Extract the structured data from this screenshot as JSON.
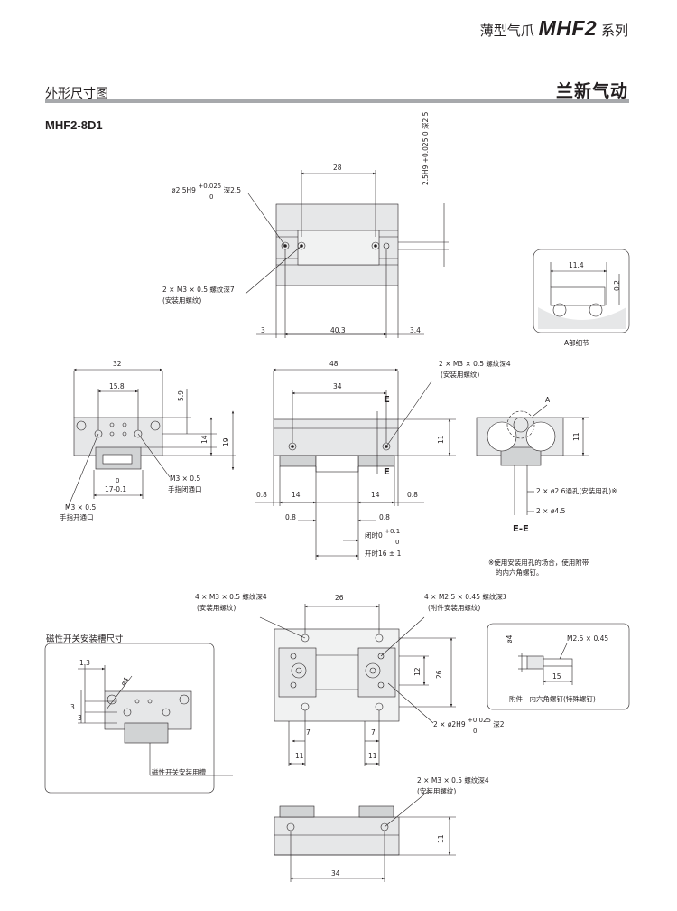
{
  "header": {
    "series_prefix": "薄型气爪",
    "series_model": "MHF2",
    "series_suffix": "系列",
    "section_title": "外形尺寸图",
    "brand": "兰新气动",
    "model_code": "MHF2-8D1"
  },
  "top_view": {
    "dim_28": "28",
    "dim_40_3": "40.3",
    "dim_3": "3",
    "dim_3_4": "3.4",
    "dim_2_5": "2.5H9 +0.025 0 深2.5",
    "pin_hole": "ø2.5H9",
    "tol_upper": "+0.025",
    "tol_lower": "0",
    "pin_depth": "深2.5",
    "mount_thread": "2 × M3 × 0.5  螺纹深7",
    "mount_note": "(安装用螺纹)"
  },
  "detail_a": {
    "dim_11_4": "11.4",
    "dim_0_2": "0.2",
    "caption": "A部细节"
  },
  "side_left": {
    "dim_32": "32",
    "dim_15_8": "15.8",
    "dim_5_9": "5.9",
    "dim_14": "14",
    "dim_19": "19",
    "dim_17": "17-0.1",
    "dim_0": "0",
    "port_close": "M3 × 0.5",
    "port_close_note": "手指闭通口",
    "port_open": "M3 × 0.5",
    "port_open_note": "手指开通口"
  },
  "front_view": {
    "dim_48": "48",
    "dim_34": "34",
    "dim_11": "11",
    "dim_0_8a": "0.8",
    "dim_14a": "14",
    "dim_14b": "14",
    "dim_0_8b": "0.8",
    "dim_0_8c": "0.8",
    "dim_0_8d": "0.8",
    "closed": "闭时0",
    "closed_tol": "+0.1",
    "closed_tol0": "0",
    "open": "开时16 ± 1",
    "section_e": "E",
    "mount_thread": "2 × M3 × 0.5  螺纹深4",
    "mount_note": "(安装用螺纹)"
  },
  "section_ee": {
    "label_a": "A",
    "dim_11": "11",
    "thru": "2 × ø2.6通孔(安装用孔)※",
    "dia": "2 × ø4.5",
    "caption": "E-E"
  },
  "note": {
    "line1": "※使用安装用孔的场合，使用附带",
    "line2": "的内六角螺钉。"
  },
  "bottom_view": {
    "mount4": "4 × M3 × 0.5  螺纹深4",
    "mount4_note": "(安装用螺纹)",
    "mount_m25": "4 × M2.5 × 0.45  螺纹深3",
    "mount_m25_note": "(附件安装用螺纹)",
    "dim_26": "26",
    "dim_12": "12",
    "dim_26v": "26",
    "dim_7a": "7",
    "dim_7b": "7",
    "dim_11a": "11",
    "dim_11b": "11",
    "pin": "2 × ø2H9",
    "pin_tol_u": "+0.025",
    "pin_tol_l": "0",
    "pin_depth": "深2"
  },
  "magnetic": {
    "title": "磁性开关安装槽尺寸",
    "dim_1_3": "1.3",
    "dim_4": "ø4",
    "dim_3a": "3",
    "dim_3b": "3",
    "groove": "磁性开关安装用槽"
  },
  "accessory": {
    "thread": "M2.5 × 0.45",
    "dia": "ø4",
    "len": "15",
    "caption": "附件　内六角螺钉(特殊螺钉)"
  },
  "end_view": {
    "mount_thread": "2 × M3 × 0.5  螺纹深4",
    "mount_note": "(安装用螺纹)",
    "dim_11": "11",
    "dim_34": "34"
  }
}
